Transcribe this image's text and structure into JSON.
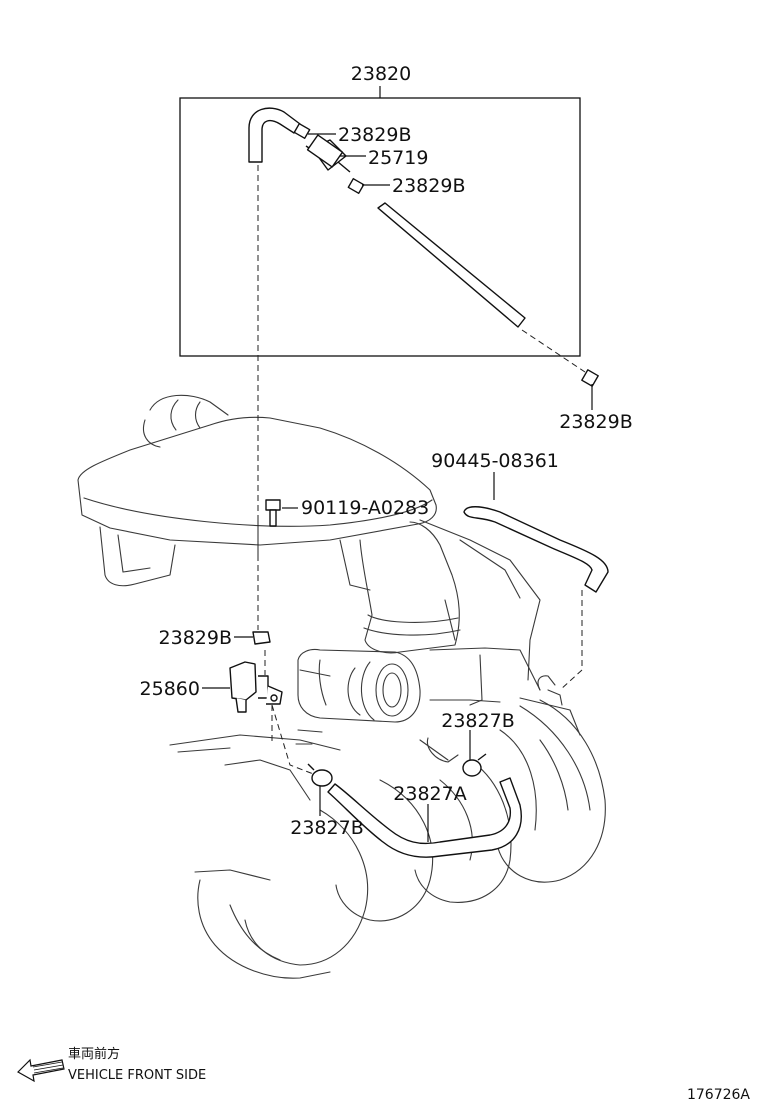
{
  "diagram": {
    "drawing_number": "176726A",
    "direction": {
      "japanese": "車両前方",
      "english": "VEHICLE FRONT SIDE"
    },
    "parts": {
      "assembly": "23820",
      "clip_top_1": "23829B",
      "valve": "25719",
      "clip_top_2": "23829B",
      "clip_outside": "23829B",
      "hose_right": "90445-08361",
      "bolt": "90119-A0283",
      "clip_left": "23829B",
      "vsv": "25860",
      "clamp_right": "23827B",
      "hose_lower": "23827A",
      "clamp_left": "23827B"
    }
  }
}
